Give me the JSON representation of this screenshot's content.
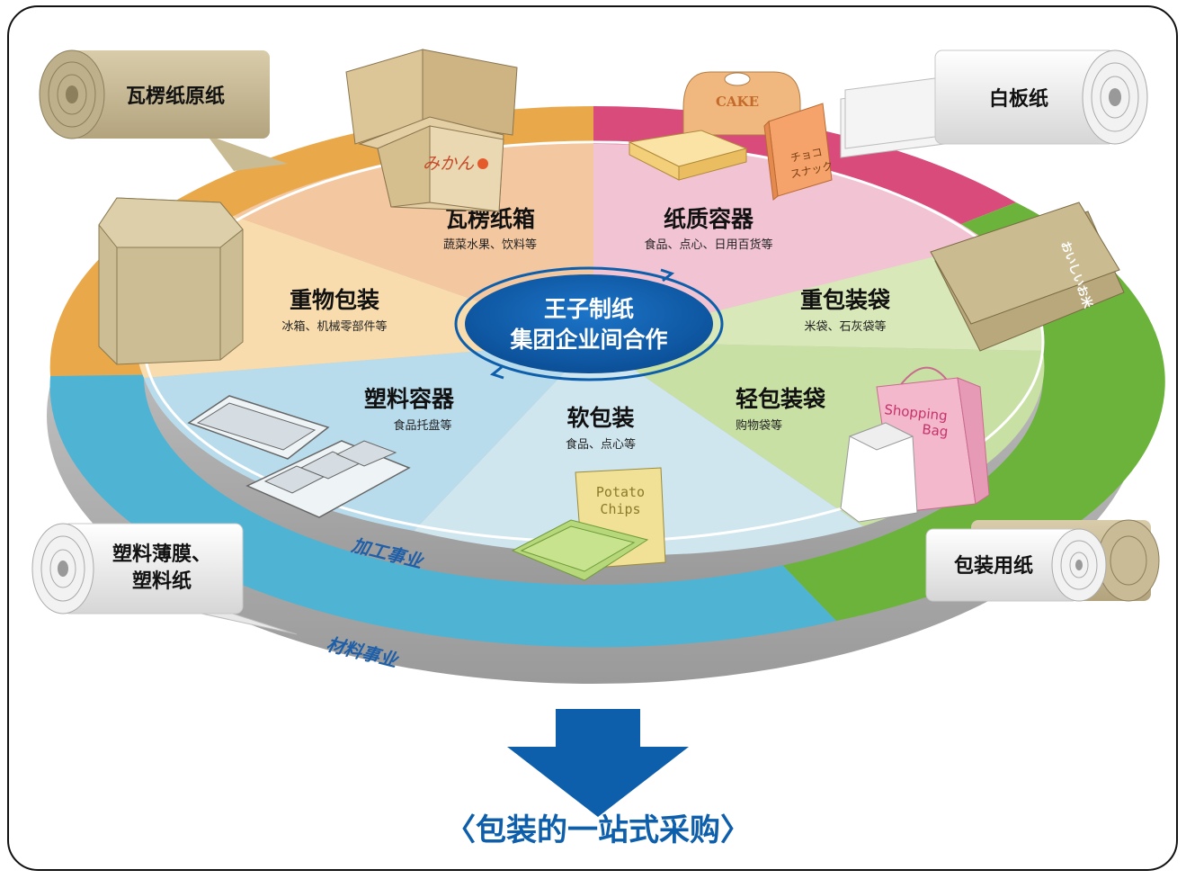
{
  "center": {
    "line1": "王子制纸",
    "line2": "集团企业间合作"
  },
  "segments": [
    {
      "title": "瓦楞纸箱",
      "sub": "蔬菜水果、饮料等",
      "color": "#f3c7a0"
    },
    {
      "title": "纸质容器",
      "sub": "食品、点心、日用百货等",
      "color": "#f2c4d3"
    },
    {
      "title": "重包装袋",
      "sub": "米袋、石灰袋等",
      "color": "#d8e8b9"
    },
    {
      "title": "轻包装袋",
      "sub": "购物袋等",
      "color": "#c8e0a4"
    },
    {
      "title": "软包装",
      "sub": "食品、点心等",
      "color": "#cfe6ef"
    },
    {
      "title": "塑料容器",
      "sub": "食品托盘等",
      "color": "#b9dcec"
    },
    {
      "title": "重物包装",
      "sub": "冰箱、机械零部件等",
      "color": "#f8dcae"
    }
  ],
  "materials": {
    "corrugated_base": "瓦楞纸原纸",
    "white_board": "白板纸",
    "film_line1": "塑料薄膜、",
    "film_line2": "塑料纸",
    "wrapping": "包装用纸"
  },
  "rings": {
    "processing": "加工事业",
    "materials": "材料事业"
  },
  "product_texts": {
    "box": "みかん",
    "cake": "CAKE",
    "choco_line1": "チョコ",
    "choco_line2": "スナック",
    "rice_bag": "おいしいお米",
    "chips_line1": "Potato",
    "chips_line2": "Chips",
    "shopping_line1": "Shopping",
    "shopping_line2": "Bag"
  },
  "bottom_title": "〈包装的一站式采购〉",
  "colors": {
    "accent_blue": "#0d5eab",
    "ring_orange": "#e9a94a",
    "ring_pink": "#d84b7b",
    "ring_green": "#6bb33a",
    "ring_blue": "#4fb3d3"
  }
}
